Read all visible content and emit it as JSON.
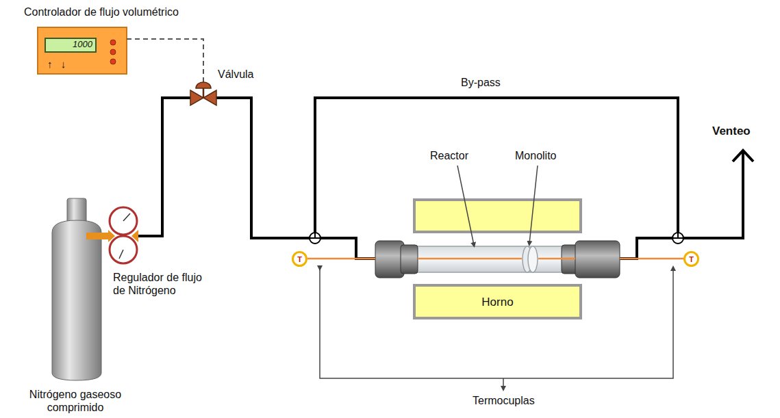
{
  "diagram": {
    "nodes": [
      {
        "text": [
          "Controlador de flujo volumétrico",
          "↑ ↓"
        ]
      },
      {
        "text": [
          "1000"
        ],
        "in": 0
      },
      {
        "text": [
          "Horno"
        ]
      },
      {
        "text": [
          "T"
        ]
      },
      {
        "text": [
          "T"
        ]
      }
    ],
    "labels": [
      "Válvula",
      "By-pass",
      "Venteo",
      "Reactor",
      "Monolito",
      "Regulador de flujo de Nitrógeno",
      "Nitrógeno gaseoso comprimido",
      "Termocuplas"
    ]
  }
}
